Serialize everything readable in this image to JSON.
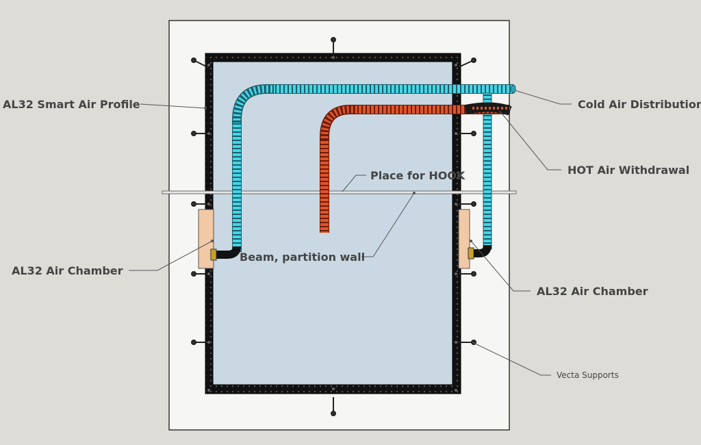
{
  "labels": {
    "smart_air_profile": "AL32 Smart Air Profile",
    "cold_air": "Cold Air Distribution",
    "hot_air": "HOT Air Withdrawal",
    "hook": "Place for HOOK",
    "beam": "Beam, partition wall",
    "chamber_left": "AL32 Air Chamber",
    "chamber_right": "AL32 Air Chamber",
    "vecta": "Vecta Supports"
  },
  "colors": {
    "background": "#dddcd7",
    "sheet": "#f6f6f4",
    "frame": "#111111",
    "panel": "#c9d8e2",
    "cold_duct": "#45d6e6",
    "hot_duct": "#e0552a",
    "air_chamber": "#f2c9a6",
    "label_text": "#444444",
    "leader": "#555555"
  },
  "icons": {
    "support": "vecta-support-bolt-icon",
    "connector": "duct-connector-icon"
  }
}
